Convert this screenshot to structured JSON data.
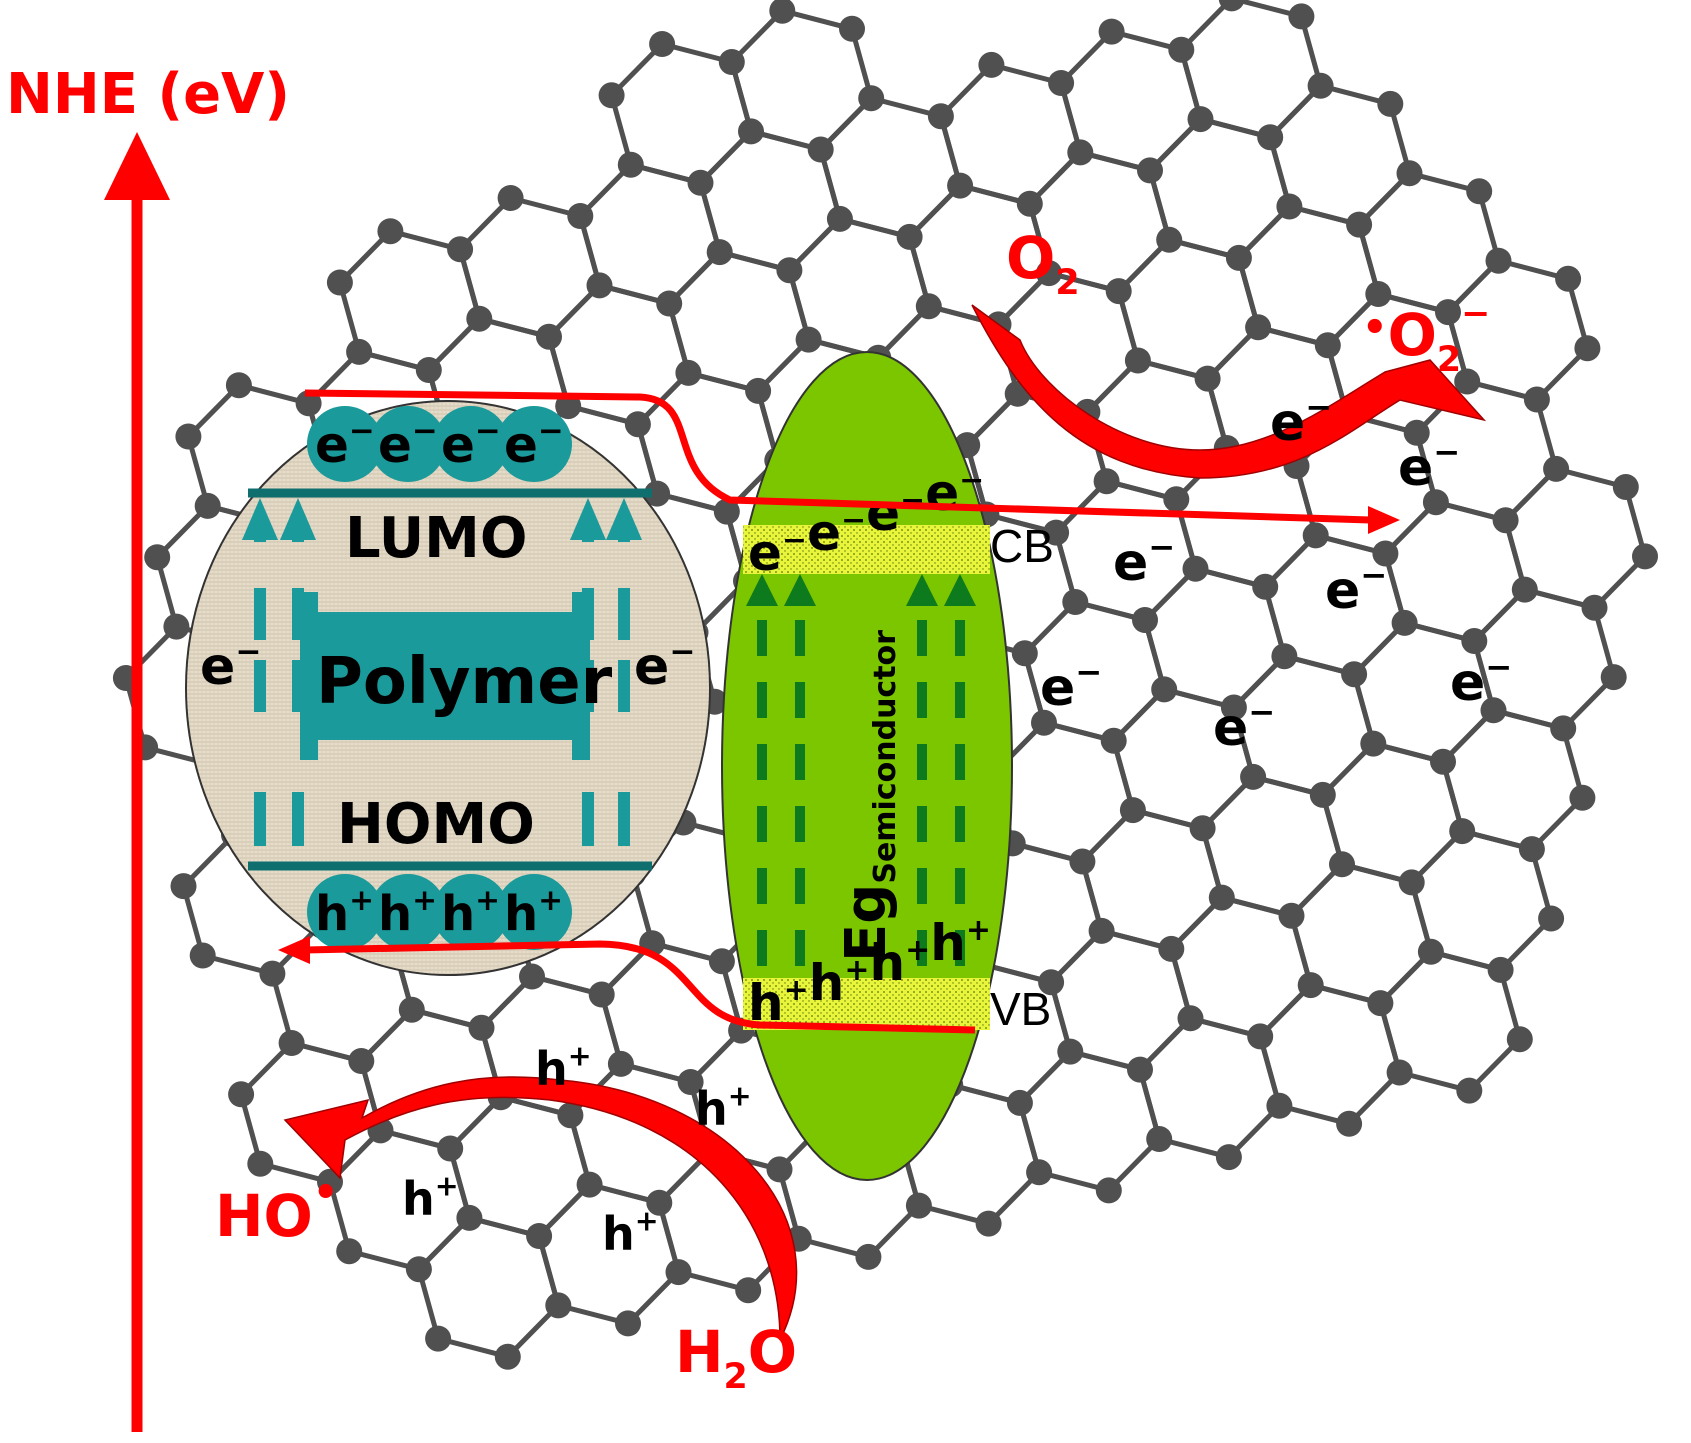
{
  "axis": {
    "label": "NHE (eV)"
  },
  "polymer": {
    "name": "Polymer",
    "lumo": "LUMO",
    "homo": "HOMO",
    "electron": "e",
    "electron_sign": "−",
    "hole": "h",
    "hole_sign": "+"
  },
  "semiconductor": {
    "eg_main": "Eg",
    "eg_sub": "Semiconductor",
    "cb": "CB",
    "vb": "VB"
  },
  "reactions": {
    "o2": "O",
    "o2_sub": "2",
    "superoxide_dot": "•",
    "superoxide": "O",
    "superoxide_sub": "2",
    "superoxide_charge": "−",
    "water": "H",
    "water_sub": "2",
    "water_tail": "O",
    "hydroxyl": "HO",
    "hydroxyl_dot": "•"
  },
  "colors": {
    "red": "#ff0000",
    "teal": "#1a9a9a",
    "green_ellipse": "#7cc600",
    "dark_green": "#0e7a1e",
    "graphene": "#505050",
    "band_yellow": "#e9f53a",
    "beige": "#e6dccb"
  }
}
